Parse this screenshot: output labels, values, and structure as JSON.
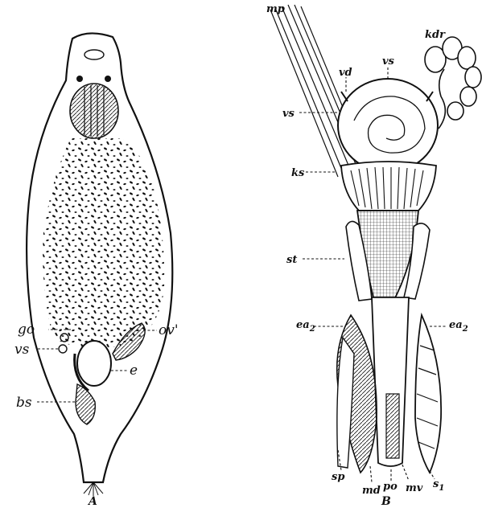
{
  "panels": {
    "A": {
      "caption": "A",
      "labels": {
        "go": "go",
        "vs": "vs",
        "bs": "bs",
        "ov": "ov'",
        "e": "e"
      }
    },
    "B": {
      "caption": "B",
      "labels": {
        "mp": "mp",
        "vd": "vd",
        "vs_top": "vs",
        "kdr": "kdr",
        "vs_left": "vs",
        "ks": "ks",
        "st": "st",
        "ea2_left": "ea",
        "ea2_left_sub": "2",
        "ea2_right": "ea",
        "ea2_right_sub": "2",
        "sp": "sp",
        "md": "md",
        "po": "po",
        "mv": "mv",
        "s1": "s",
        "s1_sub": "1"
      }
    }
  },
  "colors": {
    "ink": "#111111",
    "paper": "#ffffff"
  }
}
